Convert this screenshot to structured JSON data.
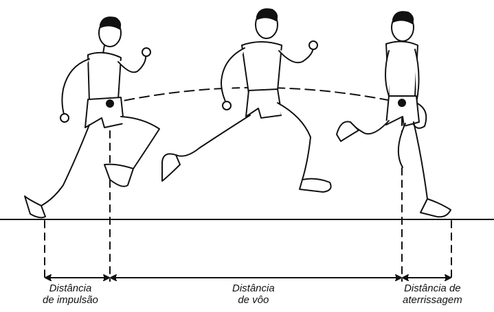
{
  "diagram": {
    "labels": {
      "takeoff": {
        "line1": "Distância",
        "line2": "de impulsão"
      },
      "flight": {
        "line1": "Distância",
        "line2": "de vôo"
      },
      "landing": {
        "line1": "Distância de",
        "line2": "aterrissagem"
      }
    },
    "colors": {
      "ink": "#111111",
      "skin": "#ffffff",
      "shade": "#d9d9d9"
    }
  }
}
